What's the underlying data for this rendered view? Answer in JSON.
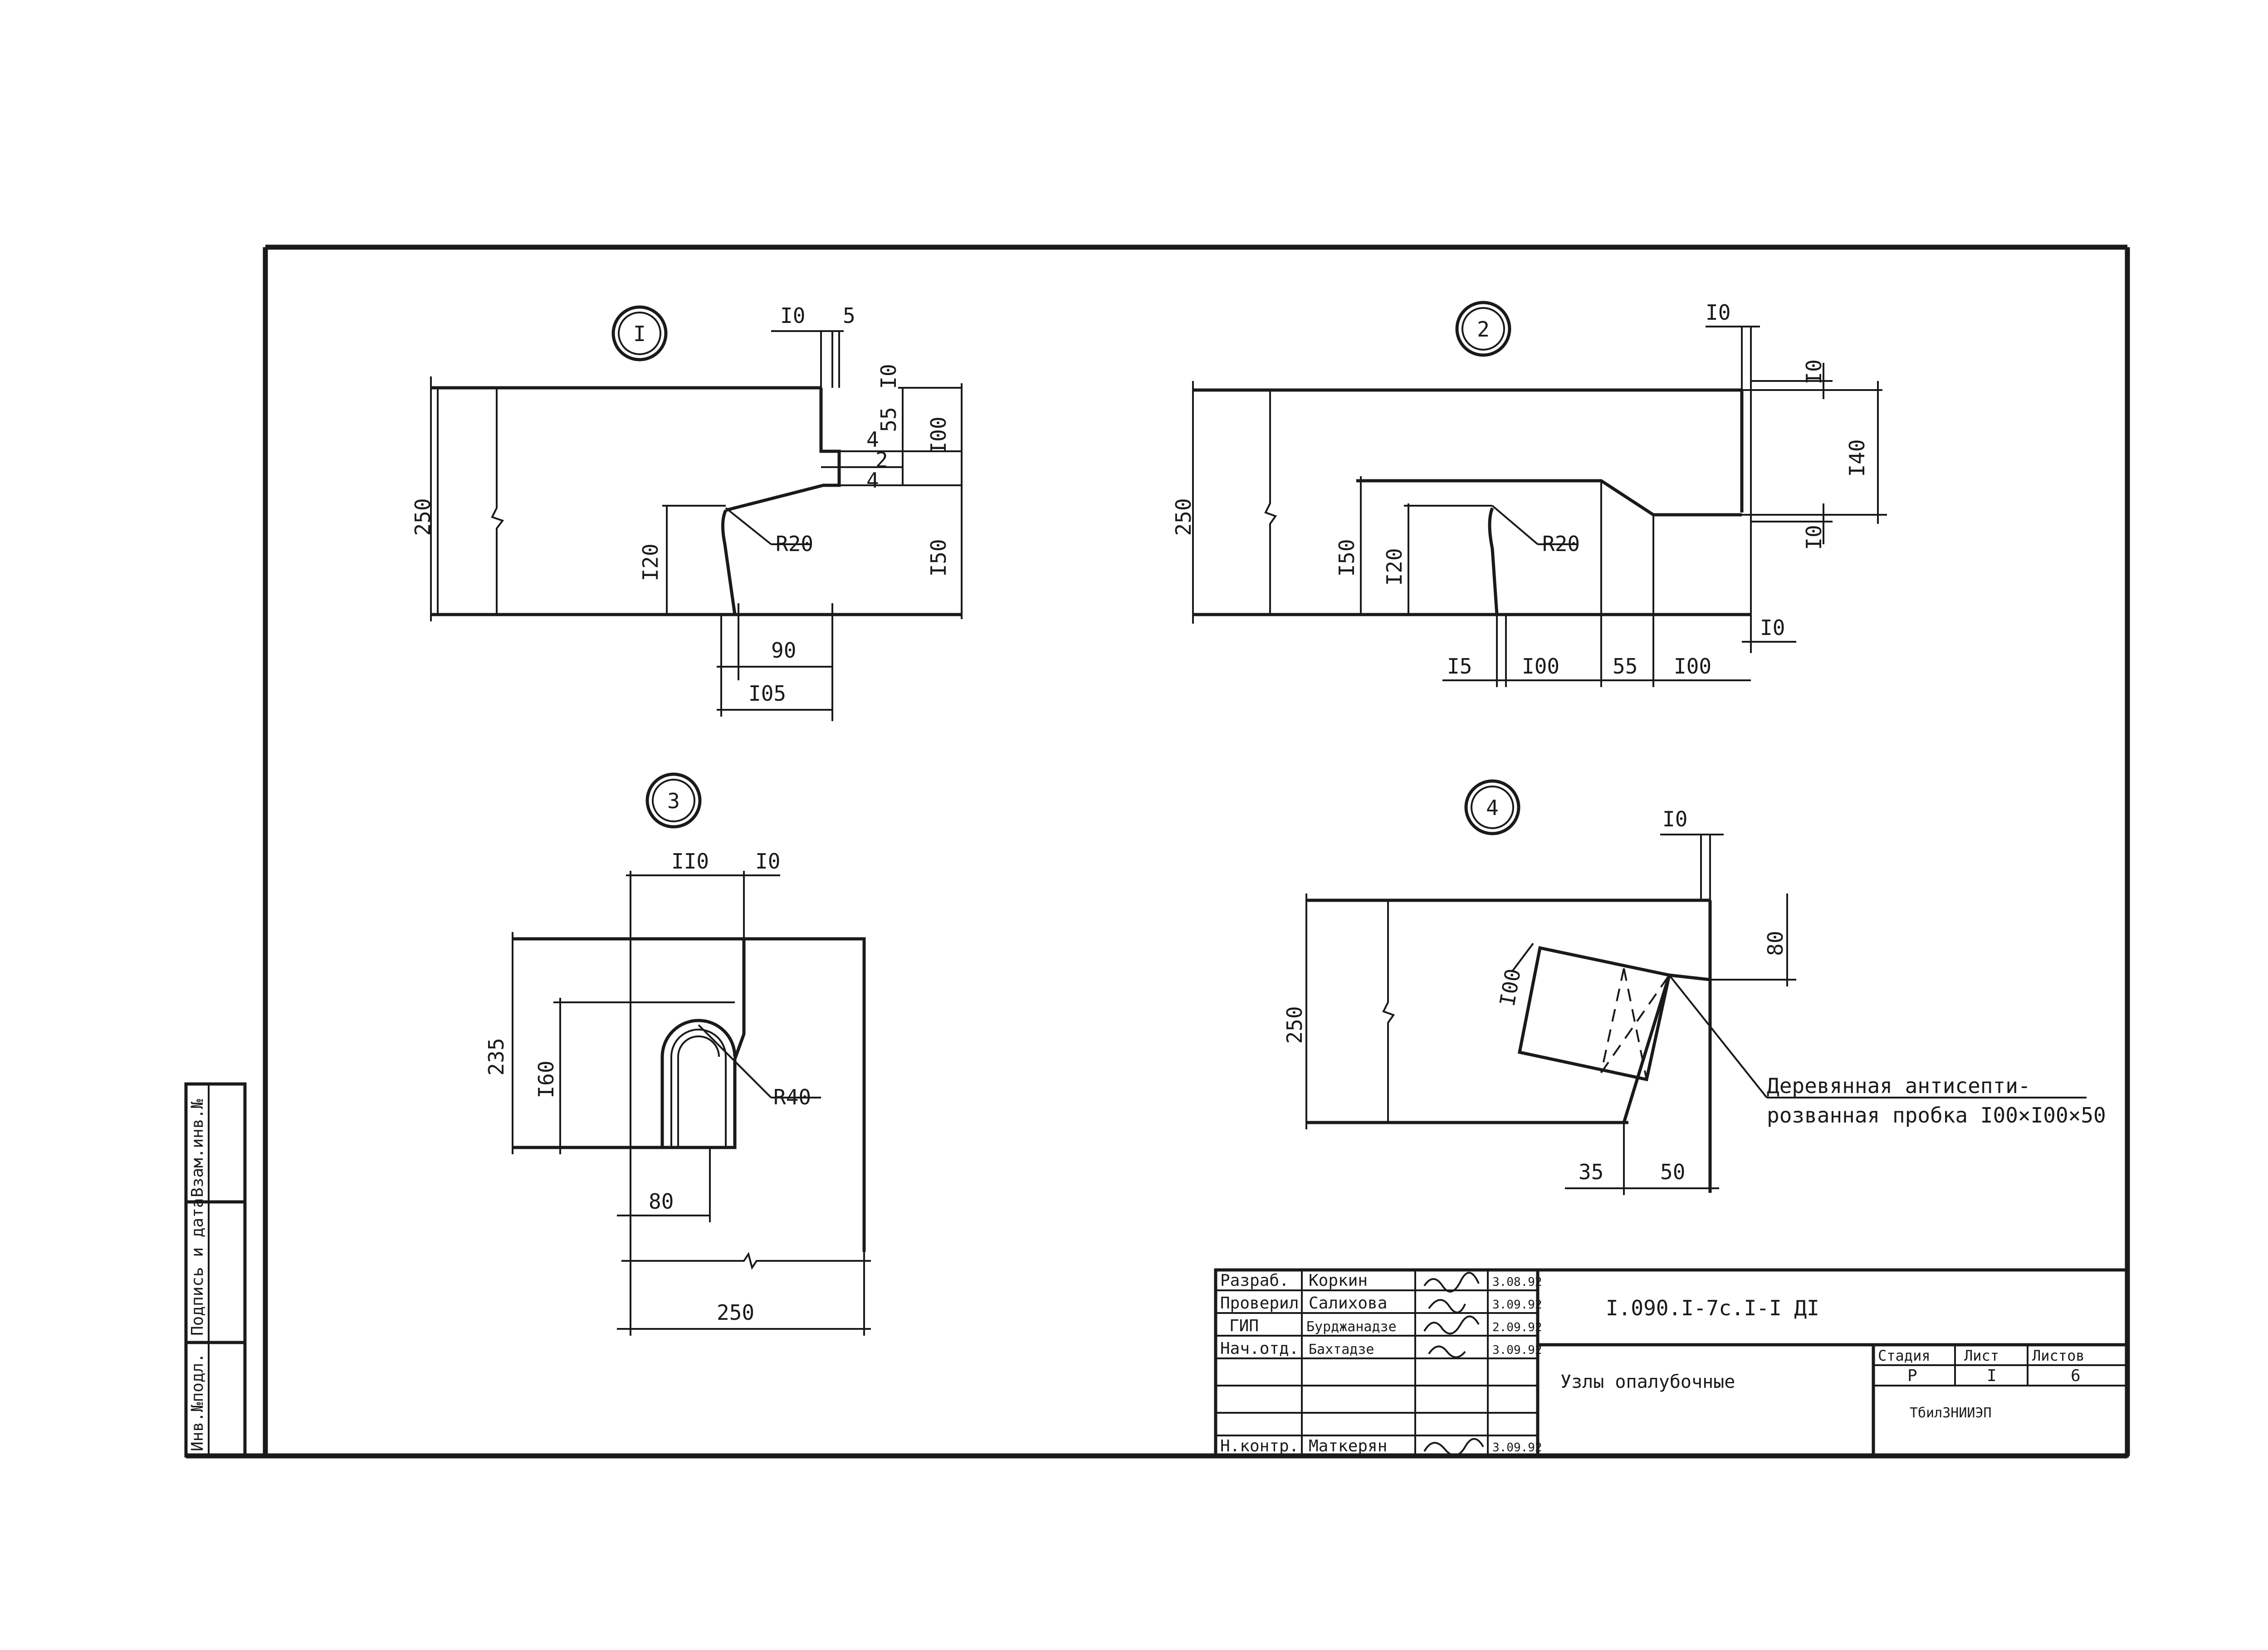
{
  "node1": {
    "label": "I",
    "dims": {
      "d10": "I0",
      "d5": "5",
      "d10b": "I0",
      "d55": "55",
      "d4": "4",
      "d2": "2",
      "d4b": "4",
      "d100": "I00",
      "d250": "250",
      "d150": "I50",
      "d120": "I20",
      "r20": "R20",
      "d90": "90",
      "d105": "I05"
    }
  },
  "node2": {
    "label": "2",
    "dims": {
      "d10top": "I0",
      "d10r": "I0",
      "d140": "I40",
      "d10r2": "I0",
      "d250": "250",
      "d150": "I50",
      "d120": "I20",
      "r20": "R20",
      "d10b": "I0",
      "d15": "I5",
      "d100a": "I00",
      "d55": "55",
      "d100b": "I00"
    }
  },
  "node3": {
    "label": "3",
    "dims": {
      "d110": "II0",
      "d10": "I0",
      "d235": "235",
      "d160": "I60",
      "r40": "R40",
      "d80": "80",
      "d250": "250"
    }
  },
  "node4": {
    "label": "4",
    "dims": {
      "d10": "I0",
      "d80": "80",
      "d100": "I00",
      "d250": "250",
      "d35": "35",
      "d50": "50"
    },
    "note_line1": "Деревянная антисепти-",
    "note_line2": "розванная пробка I00×I00×50"
  },
  "side_strip": {
    "c1": "Инв.№подл.",
    "c2": "Подпись и дата",
    "c3": "Взам.инв.№"
  },
  "title_block": {
    "rows": [
      {
        "role": "Разраб.",
        "name": "Коркин",
        "date": "3.08.92"
      },
      {
        "role": "Проверил",
        "name": "Салихова",
        "date": "3.09.92"
      },
      {
        "role": "ГИП",
        "name": "Бурджанадзе",
        "date": "2.09.92"
      },
      {
        "role": "Нач.отд.",
        "name": "Бахтадзе",
        "date": "3.09.92"
      },
      {
        "role": "",
        "name": "",
        "date": ""
      },
      {
        "role": "",
        "name": "",
        "date": ""
      },
      {
        "role": "Н.контр.",
        "name": "Маткерян",
        "date": "3.09.92"
      }
    ],
    "code": "I.090.I-7с.I-I ДI",
    "title": "Узлы опалубочные",
    "col_stage": "Стадия",
    "col_sheet": "Лист",
    "col_sheets": "Листов",
    "stage": "Р",
    "sheet": "I",
    "sheets": "6",
    "org": "ТбилЗНИИЭП"
  }
}
